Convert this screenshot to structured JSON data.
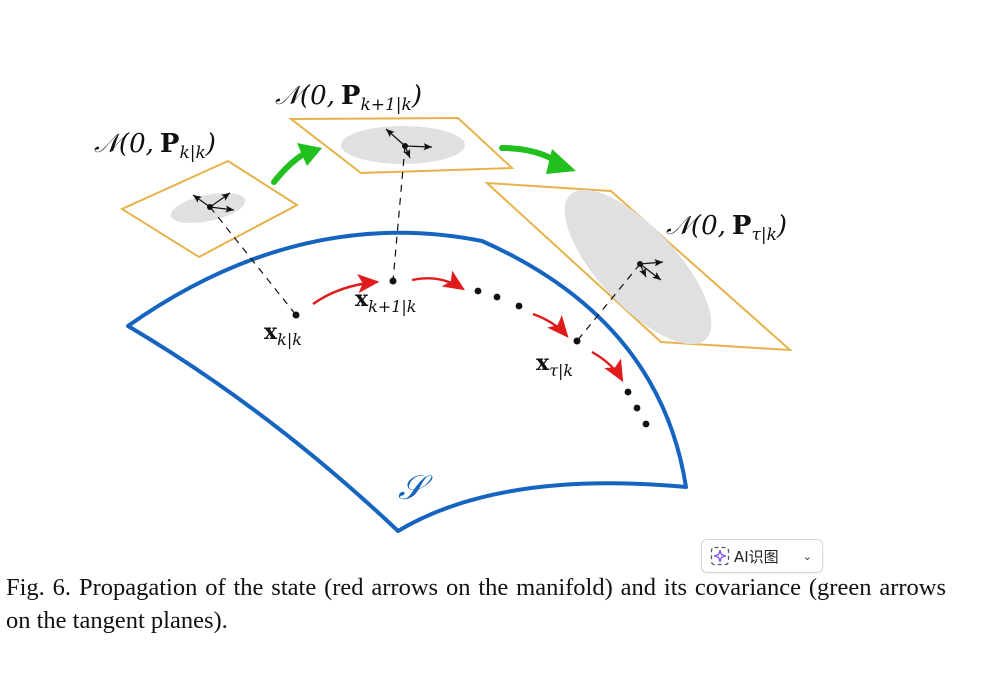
{
  "figure": {
    "labels": {
      "dist_k": {
        "N": "𝒩",
        "open": "(0,",
        "P": "P",
        "sub": "k|k",
        "close": ")"
      },
      "dist_k1": {
        "N": "𝒩",
        "open": "(0,",
        "P": "P",
        "sub": "k+1|k",
        "close": ")"
      },
      "dist_tau": {
        "N": "𝒩",
        "open": "(0,",
        "P": "P",
        "sub": "τ|k",
        "close": ")"
      },
      "state_k": {
        "x": "x",
        "sub": "k|k"
      },
      "state_k1": {
        "x": "x",
        "sub": "k+1|k"
      },
      "state_tau": {
        "x": "x",
        "sub": "τ|k"
      },
      "manifold": "𝒮"
    },
    "colors": {
      "manifold": "#1565c0",
      "plane": "#e8b24a",
      "ellipse": "#e0e0e0",
      "state_arrow": "#e01b1b",
      "cov_arrow": "#22c01e"
    }
  },
  "ai_button": {
    "label": "AI识图",
    "icon": "sparkle-icon",
    "chevron": "chevron-down-icon"
  },
  "caption": "Fig. 6.  Propagation of the state (red arrows on the manifold) and its covariance (green arrows on the tangent planes)."
}
